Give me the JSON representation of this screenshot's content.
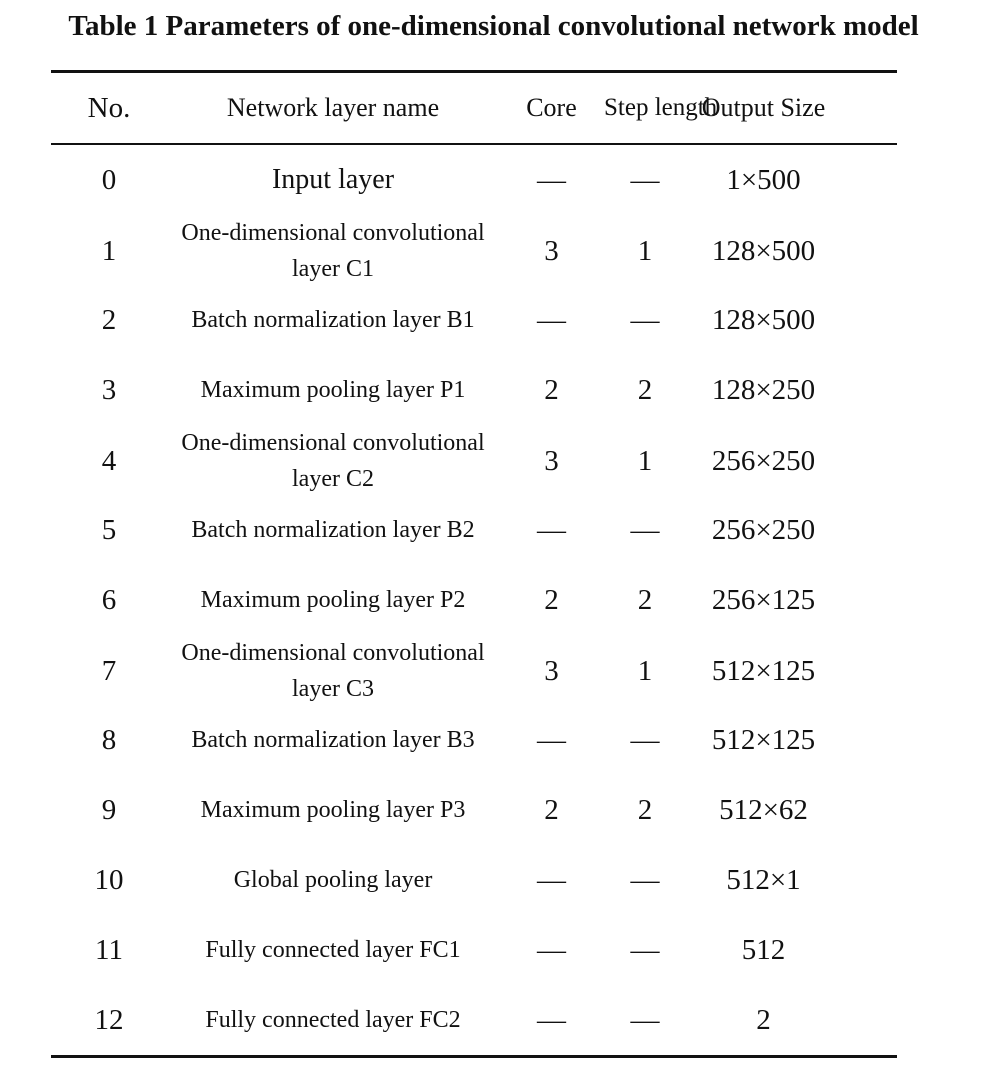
{
  "caption": "Table 1 Parameters of one-dimensional convolutional network model",
  "table": {
    "headers": {
      "no": "No.",
      "name": "Network layer name",
      "core": "Core",
      "step": "Step length",
      "output": "Output Size"
    },
    "rows": [
      {
        "no": "0",
        "name": "Input layer",
        "core": "—",
        "step": "—",
        "output": "1×500"
      },
      {
        "no": "1",
        "name": "One-dimensional convolutional layer C1",
        "core": "3",
        "step": "1",
        "output": "128×500"
      },
      {
        "no": "2",
        "name": "Batch normalization layer B1",
        "core": "—",
        "step": "—",
        "output": "128×500"
      },
      {
        "no": "3",
        "name": "Maximum pooling layer P1",
        "core": "2",
        "step": "2",
        "output": "128×250"
      },
      {
        "no": "4",
        "name": "One-dimensional convolutional layer C2",
        "core": "3",
        "step": "1",
        "output": "256×250"
      },
      {
        "no": "5",
        "name": "Batch normalization layer B2",
        "core": "—",
        "step": "—",
        "output": "256×250"
      },
      {
        "no": "6",
        "name": "Maximum pooling layer P2",
        "core": "2",
        "step": "2",
        "output": "256×125"
      },
      {
        "no": "7",
        "name": "One-dimensional convolutional layer C3",
        "core": "3",
        "step": "1",
        "output": "512×125"
      },
      {
        "no": "8",
        "name": "Batch normalization layer B3",
        "core": "—",
        "step": "—",
        "output": "512×125"
      },
      {
        "no": "9",
        "name": "Maximum pooling layer P3",
        "core": "2",
        "step": "2",
        "output": "512×62"
      },
      {
        "no": "10",
        "name": "Global pooling layer",
        "core": "—",
        "step": "—",
        "output": "512×1"
      },
      {
        "no": "11",
        "name": "Fully connected layer FC1",
        "core": "—",
        "step": "—",
        "output": "512"
      },
      {
        "no": "12",
        "name": "Fully connected layer FC2",
        "core": "—",
        "step": "—",
        "output": "2"
      }
    ]
  }
}
